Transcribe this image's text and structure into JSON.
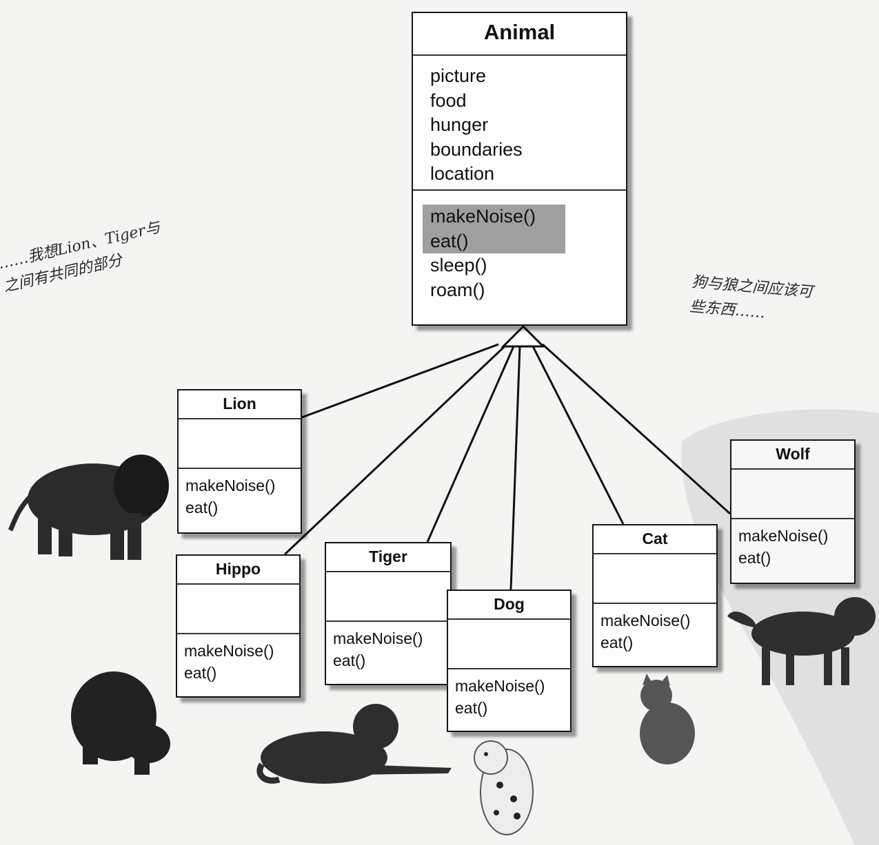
{
  "diagram": {
    "superclass": {
      "name": "Animal",
      "attributes": [
        "picture",
        "food",
        "hunger",
        "boundaries",
        "location"
      ],
      "highlighted_methods": [
        "makeNoise()",
        "eat()"
      ],
      "methods": [
        "sleep()",
        "roam()"
      ]
    },
    "subclasses": [
      {
        "name": "Lion",
        "methods": [
          "makeNoise()",
          "eat()"
        ]
      },
      {
        "name": "Hippo",
        "methods": [
          "makeNoise()",
          "eat()"
        ]
      },
      {
        "name": "Tiger",
        "methods": [
          "makeNoise()",
          "eat()"
        ]
      },
      {
        "name": "Dog",
        "methods": [
          "makeNoise()",
          "eat()"
        ]
      },
      {
        "name": "Cat",
        "methods": [
          "makeNoise()",
          "eat()"
        ]
      },
      {
        "name": "Wolf",
        "methods": [
          "makeNoise()",
          "eat()"
        ]
      }
    ],
    "notes": {
      "left": [
        "……我想Lion、Tiger与",
        "之间有共同的部分"
      ],
      "right": [
        "狗与狼之间应该可",
        "些东西……"
      ]
    }
  }
}
